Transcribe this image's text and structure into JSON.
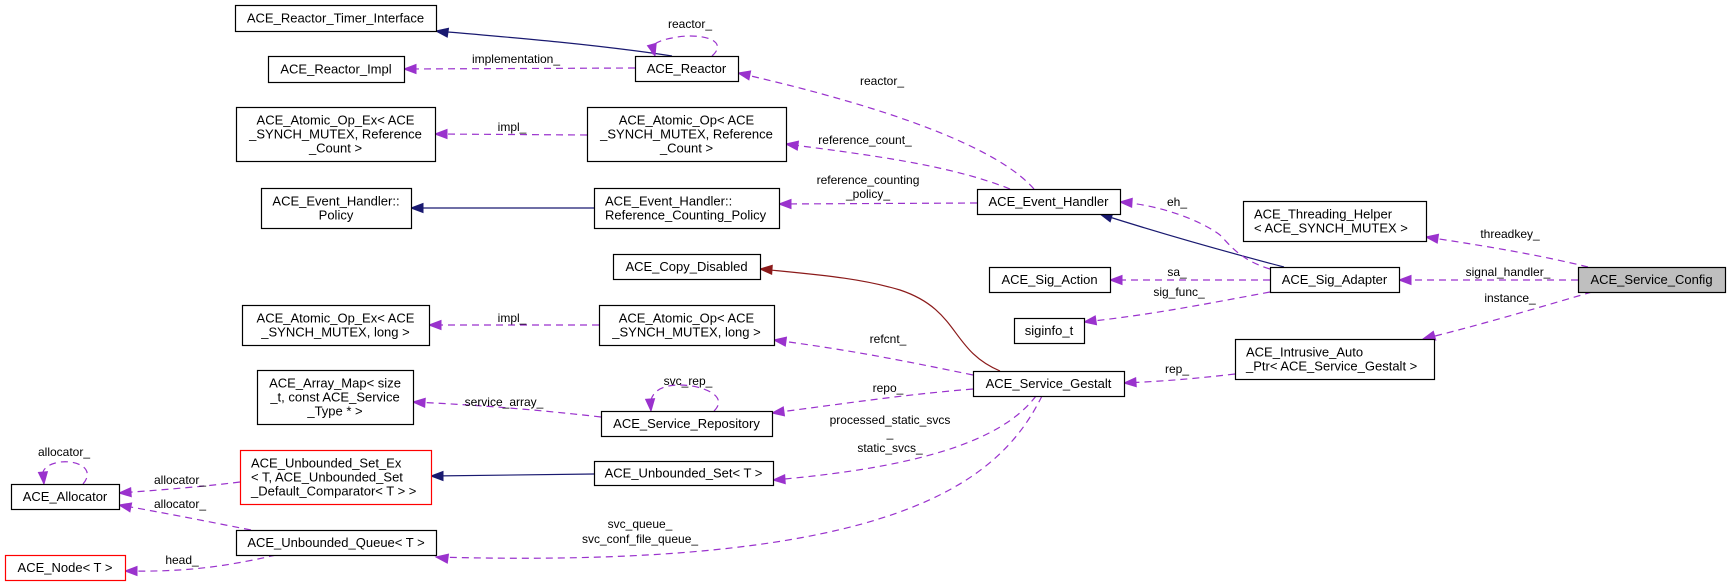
{
  "diagram": {
    "title": "ACE_Service_Config collaboration graph",
    "colors": {
      "usage_edge": "#9a32cd",
      "public_inheritance": "#191970",
      "private_inheritance": "#8b1a1a",
      "truncated_node_border": "#ff0000",
      "focus_node_fill": "#bfbfbf"
    },
    "nodes": [
      {
        "id": "reactor_timer_interface",
        "lines": [
          "ACE_Reactor_Timer_Interface"
        ]
      },
      {
        "id": "reactor_impl",
        "lines": [
          "ACE_Reactor_Impl"
        ]
      },
      {
        "id": "reactor",
        "lines": [
          "ACE_Reactor"
        ]
      },
      {
        "id": "atomic_op_ex_refcount",
        "lines": [
          "ACE_Atomic_Op_Ex< ACE",
          "_SYNCH_MUTEX, Reference",
          "_Count >"
        ]
      },
      {
        "id": "atomic_op_refcount",
        "lines": [
          "ACE_Atomic_Op< ACE",
          "_SYNCH_MUTEX, Reference",
          "_Count >"
        ]
      },
      {
        "id": "event_handler_policy",
        "lines": [
          "ACE_Event_Handler::",
          "Policy"
        ]
      },
      {
        "id": "event_handler_rcp",
        "lines": [
          "ACE_Event_Handler::",
          "Reference_Counting_Policy"
        ]
      },
      {
        "id": "event_handler",
        "lines": [
          "ACE_Event_Handler"
        ]
      },
      {
        "id": "threading_helper",
        "lines": [
          "ACE_Threading_Helper",
          "< ACE_SYNCH_MUTEX >"
        ]
      },
      {
        "id": "copy_disabled",
        "lines": [
          "ACE_Copy_Disabled"
        ]
      },
      {
        "id": "sig_action",
        "lines": [
          "ACE_Sig_Action"
        ]
      },
      {
        "id": "sig_adapter",
        "lines": [
          "ACE_Sig_Adapter"
        ]
      },
      {
        "id": "service_config",
        "lines": [
          "ACE_Service_Config"
        ],
        "focus": true
      },
      {
        "id": "siginfo_t",
        "lines": [
          "siginfo_t"
        ]
      },
      {
        "id": "atomic_op_ex_long",
        "lines": [
          "ACE_Atomic_Op_Ex< ACE",
          "_SYNCH_MUTEX, long >"
        ]
      },
      {
        "id": "atomic_op_long",
        "lines": [
          "ACE_Atomic_Op< ACE",
          "_SYNCH_MUTEX, long >"
        ]
      },
      {
        "id": "intrusive_auto_ptr",
        "lines": [
          "ACE_Intrusive_Auto",
          "_Ptr< ACE_Service_Gestalt >"
        ]
      },
      {
        "id": "array_map",
        "lines": [
          "ACE_Array_Map< size",
          "_t, const ACE_Service",
          "_Type * >"
        ]
      },
      {
        "id": "service_repository",
        "lines": [
          "ACE_Service_Repository"
        ]
      },
      {
        "id": "service_gestalt",
        "lines": [
          "ACE_Service_Gestalt"
        ]
      },
      {
        "id": "allocator",
        "lines": [
          "ACE_Allocator"
        ]
      },
      {
        "id": "unbounded_set_ex",
        "lines": [
          "ACE_Unbounded_Set_Ex",
          "< T, ACE_Unbounded_Set",
          "_Default_Comparator< T > >"
        ],
        "truncated": true
      },
      {
        "id": "unbounded_set",
        "lines": [
          "ACE_Unbounded_Set< T >"
        ]
      },
      {
        "id": "unbounded_queue",
        "lines": [
          "ACE_Unbounded_Queue< T >"
        ]
      },
      {
        "id": "node_t",
        "lines": [
          "ACE_Node< T >"
        ],
        "truncated": true
      }
    ],
    "edges": [
      {
        "id": "e1",
        "type": "inherit",
        "from": "reactor",
        "to": "reactor_timer_interface",
        "label": []
      },
      {
        "id": "e2",
        "type": "usage",
        "from": "reactor",
        "to": "reactor_impl",
        "label": [
          "implementation_"
        ]
      },
      {
        "id": "e3",
        "type": "usage",
        "from": "reactor",
        "to": "reactor",
        "label": [
          "reactor_"
        ]
      },
      {
        "id": "e4",
        "type": "usage",
        "from": "atomic_op_refcount",
        "to": "atomic_op_ex_refcount",
        "label": [
          "impl_"
        ]
      },
      {
        "id": "e5",
        "type": "inherit",
        "from": "event_handler_rcp",
        "to": "event_handler_policy",
        "label": []
      },
      {
        "id": "e6",
        "type": "usage",
        "from": "event_handler",
        "to": "reactor",
        "label": [
          "reactor_"
        ]
      },
      {
        "id": "e7",
        "type": "usage",
        "from": "event_handler",
        "to": "atomic_op_refcount",
        "label": [
          "reference_count_"
        ]
      },
      {
        "id": "e8",
        "type": "usage",
        "from": "event_handler",
        "to": "event_handler_rcp",
        "label": [
          "reference_counting",
          "_policy_"
        ]
      },
      {
        "id": "e9",
        "type": "inherit",
        "from": "sig_adapter",
        "to": "event_handler",
        "label": []
      },
      {
        "id": "e10",
        "type": "usage",
        "from": "sig_adapter",
        "to": "event_handler",
        "label": [
          "eh_"
        ]
      },
      {
        "id": "e11",
        "type": "usage",
        "from": "sig_adapter",
        "to": "sig_action",
        "label": [
          "sa_"
        ]
      },
      {
        "id": "e12",
        "type": "usage",
        "from": "sig_adapter",
        "to": "siginfo_t",
        "label": [
          "sig_func_"
        ]
      },
      {
        "id": "e13",
        "type": "usage",
        "from": "service_config",
        "to": "threading_helper",
        "label": [
          "threadkey_"
        ]
      },
      {
        "id": "e14",
        "type": "usage",
        "from": "service_config",
        "to": "sig_adapter",
        "label": [
          "signal_handler_"
        ]
      },
      {
        "id": "e15",
        "type": "usage",
        "from": "service_config",
        "to": "intrusive_auto_ptr",
        "label": [
          "instance_"
        ]
      },
      {
        "id": "e16",
        "type": "usage",
        "from": "intrusive_auto_ptr",
        "to": "service_gestalt",
        "label": [
          "rep_"
        ]
      },
      {
        "id": "e17",
        "type": "private",
        "from": "service_gestalt",
        "to": "copy_disabled",
        "label": []
      },
      {
        "id": "e18",
        "type": "usage",
        "from": "atomic_op_long",
        "to": "atomic_op_ex_long",
        "label": [
          "impl_"
        ]
      },
      {
        "id": "e19",
        "type": "usage",
        "from": "service_gestalt",
        "to": "atomic_op_long",
        "label": [
          "refcnt_"
        ]
      },
      {
        "id": "e20",
        "type": "usage",
        "from": "service_repository",
        "to": "array_map",
        "label": [
          "service_array_"
        ]
      },
      {
        "id": "e21",
        "type": "usage",
        "from": "service_repository",
        "to": "service_repository",
        "label": [
          "svc_rep_"
        ]
      },
      {
        "id": "e22",
        "type": "usage",
        "from": "service_gestalt",
        "to": "service_repository",
        "label": [
          "repo_"
        ]
      },
      {
        "id": "e23",
        "type": "usage",
        "from": "service_gestalt",
        "to": "unbounded_set",
        "label": [
          "processed_static_svcs",
          "_",
          "static_svcs_"
        ]
      },
      {
        "id": "e24",
        "type": "inherit",
        "from": "unbounded_set",
        "to": "unbounded_set_ex",
        "label": []
      },
      {
        "id": "e25",
        "type": "usage",
        "from": "unbounded_set_ex",
        "to": "allocator",
        "label": [
          "allocator_"
        ]
      },
      {
        "id": "e26",
        "type": "usage",
        "from": "allocator",
        "to": "allocator",
        "label": [
          "allocator_"
        ]
      },
      {
        "id": "e27",
        "type": "usage",
        "from": "unbounded_queue",
        "to": "allocator",
        "label": [
          "allocator_"
        ]
      },
      {
        "id": "e28",
        "type": "usage",
        "from": "unbounded_queue",
        "to": "node_t",
        "label": [
          "head_"
        ]
      },
      {
        "id": "e29",
        "type": "usage",
        "from": "service_gestalt",
        "to": "unbounded_queue",
        "label": [
          "svc_queue_",
          "svc_conf_file_queue_"
        ]
      }
    ]
  }
}
